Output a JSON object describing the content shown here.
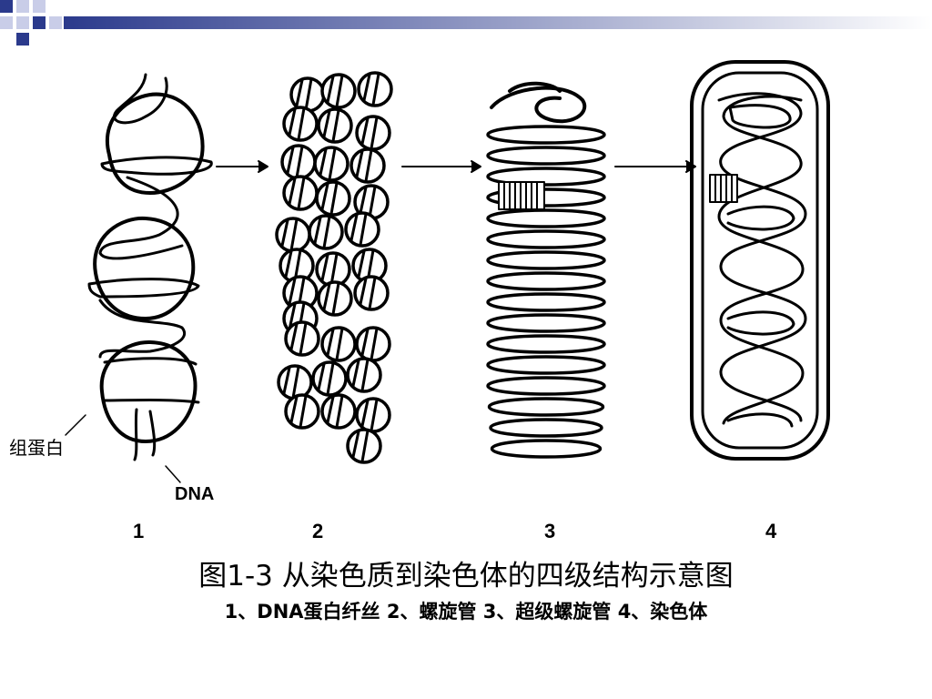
{
  "labels": {
    "protein": "组蛋白",
    "dna": "DNA",
    "stage_numbers": [
      "1",
      "2",
      "3",
      "4"
    ]
  },
  "title": "图1-3 从染色质到染色体的四级结构示意图",
  "caption": "1、DNA蛋白纤丝 2、螺旋管 3、超级螺旋管 4、染色体",
  "colors": {
    "deco_dark": "#2b3a8c",
    "deco_light": "#c9cde8",
    "ink": "#000000"
  }
}
